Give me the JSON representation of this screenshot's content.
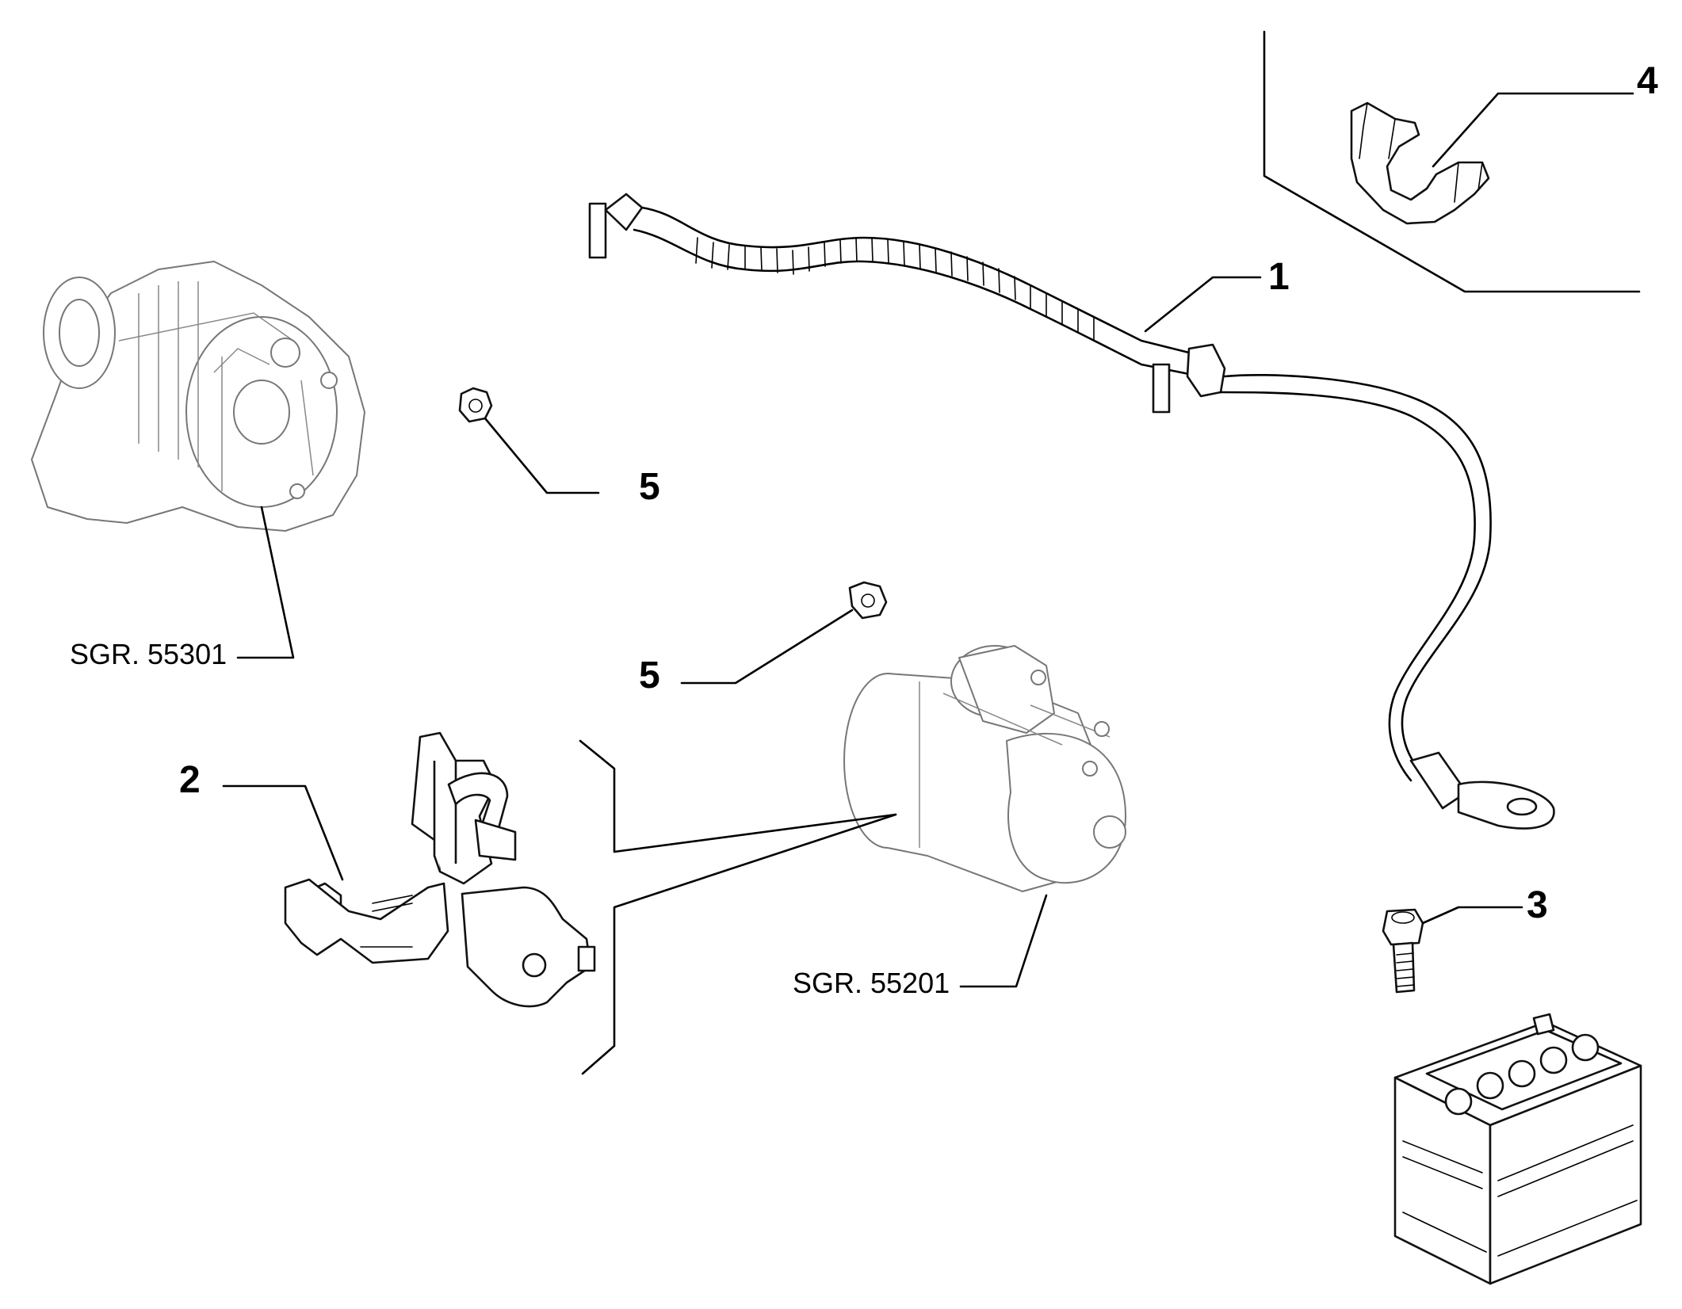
{
  "callouts": [
    {
      "id": "1",
      "label": "1"
    },
    {
      "id": "2",
      "label": "2"
    },
    {
      "id": "3",
      "label": "3"
    },
    {
      "id": "4",
      "label": "4"
    },
    {
      "id": "5a",
      "label": "5"
    },
    {
      "id": "5b",
      "label": "5"
    }
  ],
  "references": [
    {
      "id": "alternator",
      "label": "SGR. 55301"
    },
    {
      "id": "starter",
      "label": "SGR. 55201"
    }
  ],
  "colors": {
    "line": "#000000",
    "background": "#ffffff",
    "ghost_part": "#888888"
  }
}
